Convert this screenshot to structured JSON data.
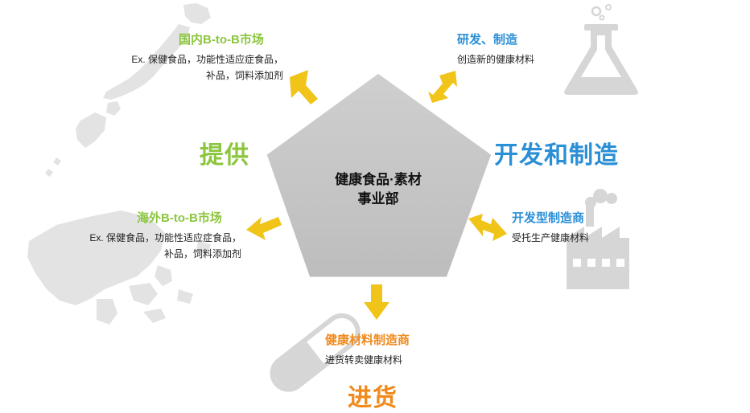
{
  "center": {
    "line1": "健康食品·素材",
    "line2": "事业部"
  },
  "domestic": {
    "title": "国内B-to-B市场",
    "desc1": "Ex. 保健食品，功能性适应症食品，",
    "desc2": "补品，饲料添加剂"
  },
  "overseas": {
    "title": "海外B-to-B市场",
    "desc1": "Ex. 保健食品，功能性适应症食品，",
    "desc2": "补品，饲料添加剂"
  },
  "rnd": {
    "title": "研发、制造",
    "desc": "创造新的健康材料"
  },
  "oem": {
    "title": "开发型制造商",
    "desc": "受托生产健康材料"
  },
  "supplier": {
    "title": "健康材料制造商",
    "desc": "进货转卖健康材料"
  },
  "big_labels": {
    "provide": "提供",
    "develop": "开发和制造",
    "purchase": "进货"
  },
  "colors": {
    "green": "#8cc63f",
    "blue": "#2b8fd6",
    "orange": "#f08a1d",
    "arrow": "#f0c419",
    "pentagon": "#c8c8c8",
    "map": "#e3e3e3",
    "icon": "#d6d6d6"
  },
  "icons": [
    "japan-map",
    "asia-map",
    "flask-icon",
    "factory-icon",
    "capsule-icon"
  ]
}
